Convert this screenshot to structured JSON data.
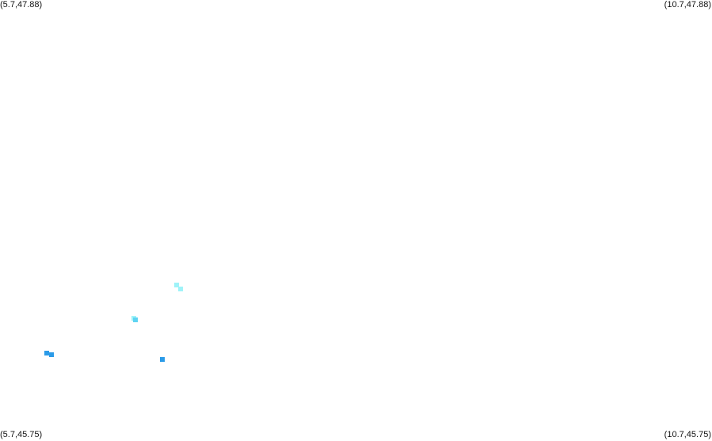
{
  "map": {
    "bounds": {
      "lon_min": 5.7,
      "lon_max": 10.7,
      "lat_min": 45.75,
      "lat_max": 47.88
    },
    "corner_labels": {
      "top_left": "(5.7,47.88)",
      "top_right": "(10.7,47.88)",
      "bottom_left": "(5.7,45.75)",
      "bottom_right": "(10.7,45.75)"
    },
    "colors": {
      "background": "#ffffff",
      "light_cyan": "#9ff3f8",
      "cyan": "#5fd4f2",
      "blue": "#2b9be8"
    },
    "points": [
      {
        "lon": 6.94,
        "lat": 46.49,
        "color": "light_cyan"
      },
      {
        "lon": 6.97,
        "lat": 46.47,
        "color": "light_cyan"
      },
      {
        "lon": 6.64,
        "lat": 46.33,
        "color": "light_cyan"
      },
      {
        "lon": 6.65,
        "lat": 46.32,
        "color": "cyan"
      },
      {
        "lon": 6.03,
        "lat": 46.16,
        "color": "blue"
      },
      {
        "lon": 6.06,
        "lat": 46.15,
        "color": "blue"
      },
      {
        "lon": 6.84,
        "lat": 46.13,
        "color": "blue"
      }
    ]
  }
}
